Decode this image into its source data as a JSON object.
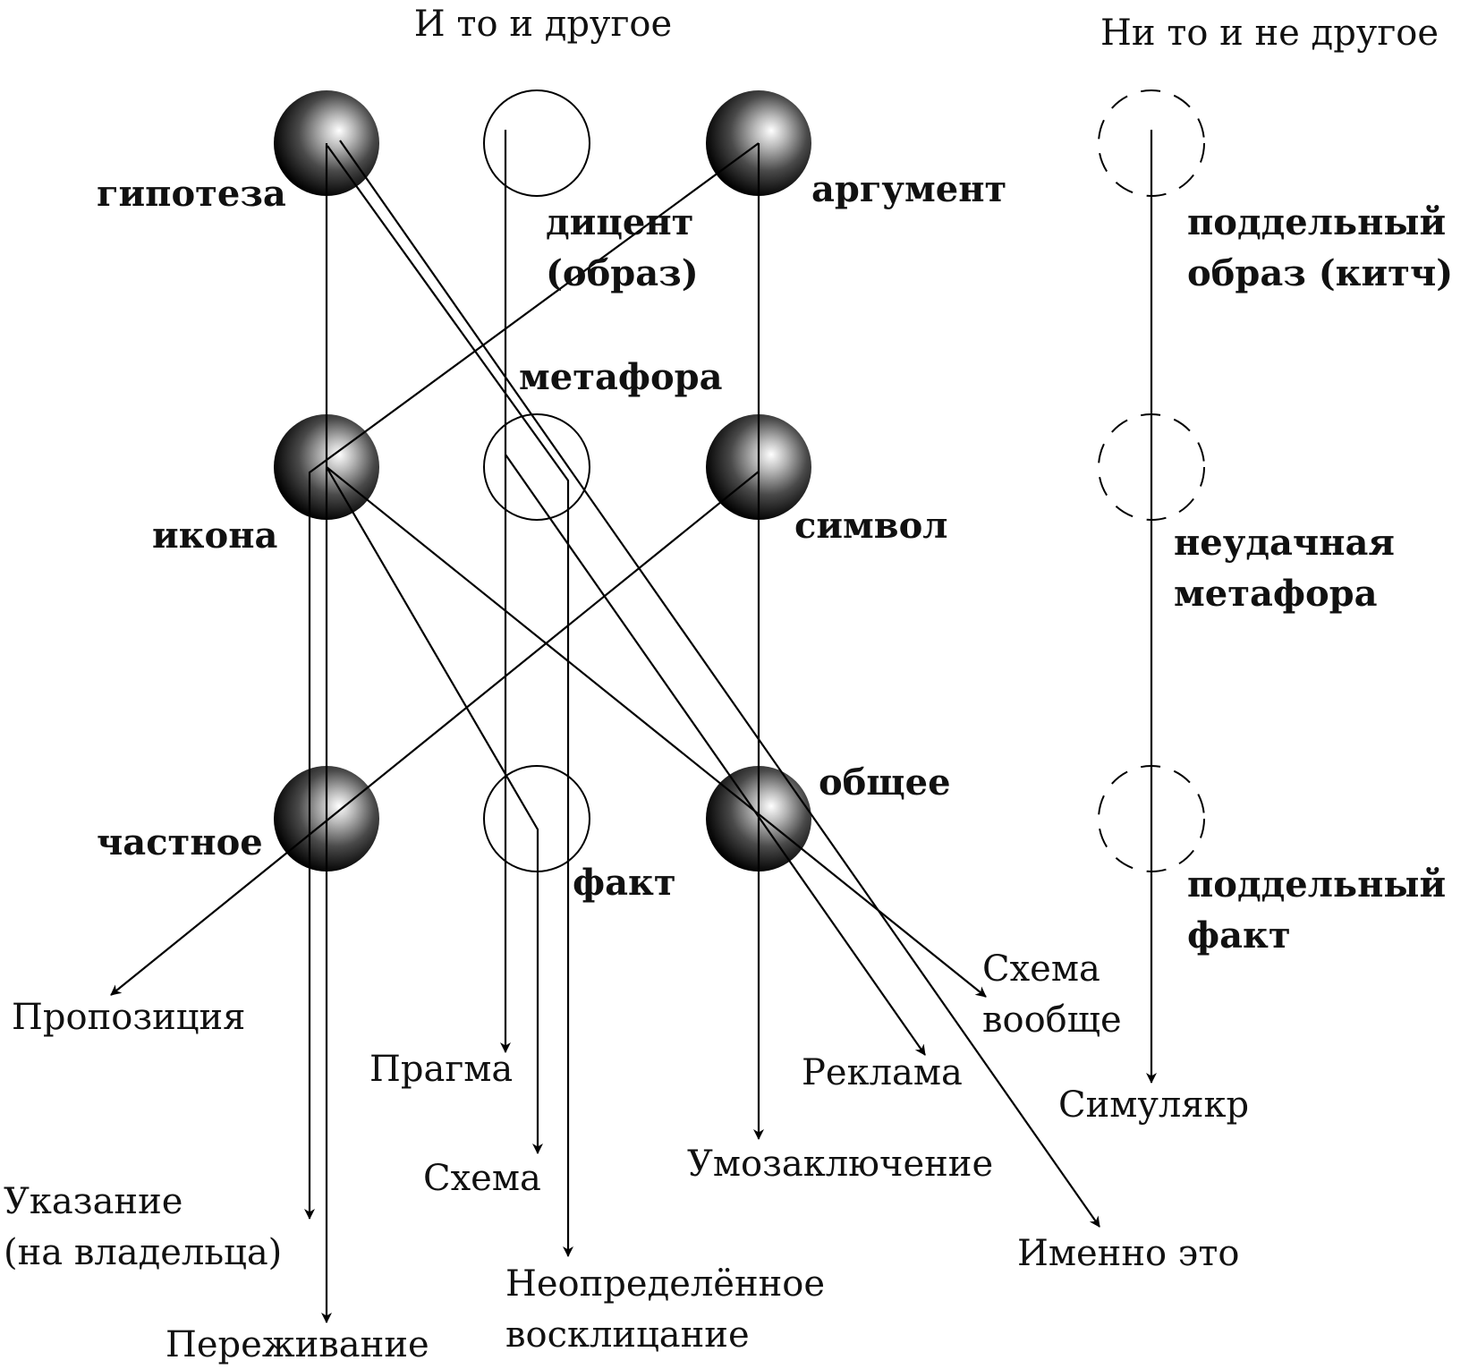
{
  "headers": {
    "both": "И то и другое",
    "neither": "Ни то и не другое"
  },
  "nodes": {
    "hypothesis": "гипотеза",
    "dicent": "дицент\n(образ)",
    "argument": "аргумент",
    "fake_image": "поддельный\nобраз (китч)",
    "metaphor": "метафора",
    "icon": "икона",
    "symbol": "символ",
    "failed_metaphor": "неудачная\nметафора",
    "particular": "частное",
    "fact": "факт",
    "general": "общее",
    "fake_fact": "поддельный\nфакт"
  },
  "outcomes": {
    "proposition": "Пропозиция",
    "pragma": "Прагма",
    "scheme": "Схема",
    "indication": "Указание\n(на владельца)",
    "experience": "Переживание",
    "indefinite_exclamation": "Неопределённое\nвосклицание",
    "advertising": "Реклама",
    "inference": "Умозаключение",
    "scheme_general": "Схема\nвообще",
    "simulacrum": "Симулякр",
    "exactly_this": "Именно это"
  }
}
